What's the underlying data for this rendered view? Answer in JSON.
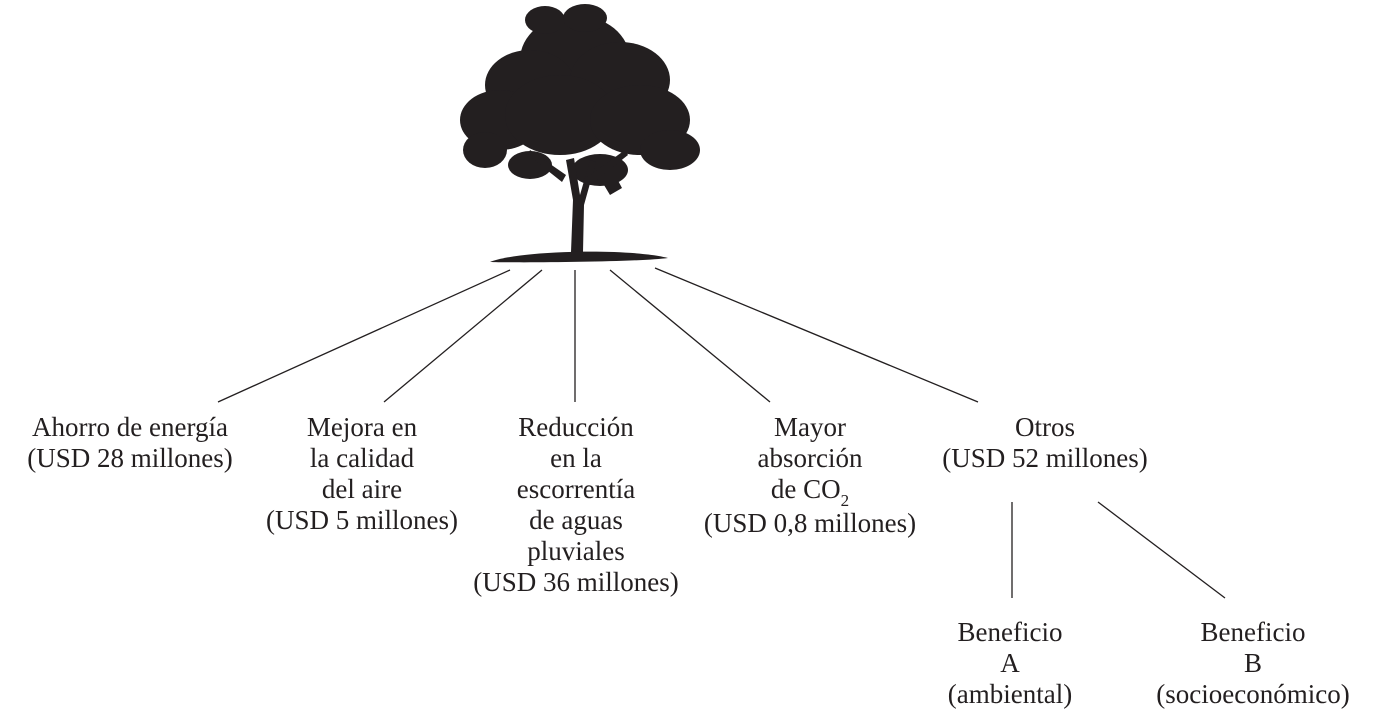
{
  "tree": {
    "icon": "tree-icon",
    "colors": {
      "foliage": "#231f20",
      "line": "#231f20",
      "text": "#231f20"
    }
  },
  "nodes": {
    "energy": {
      "lines": [
        "Ahorro de energía",
        "(USD 28 millones)"
      ]
    },
    "air": {
      "lines": [
        "Mejora en",
        "la calidad",
        "del aire",
        "(USD 5 millones)"
      ]
    },
    "runoff": {
      "lines": [
        "Reducción",
        "en la",
        "escorrentía",
        "de aguas",
        "pluviales",
        "(USD 36 millones)"
      ]
    },
    "co2": {
      "line1": "Mayor",
      "line2": "absorción",
      "line3_prefix": "de CO",
      "line3_sub": "2",
      "line4": "(USD 0,8 millones)"
    },
    "others": {
      "lines": [
        "Otros",
        "(USD 52 millones)"
      ]
    },
    "benefit_a": {
      "lines": [
        "Beneficio",
        "A",
        "(ambiental)"
      ]
    },
    "benefit_b": {
      "lines": [
        "Beneficio",
        "B",
        "(socioeconómico)"
      ]
    }
  }
}
